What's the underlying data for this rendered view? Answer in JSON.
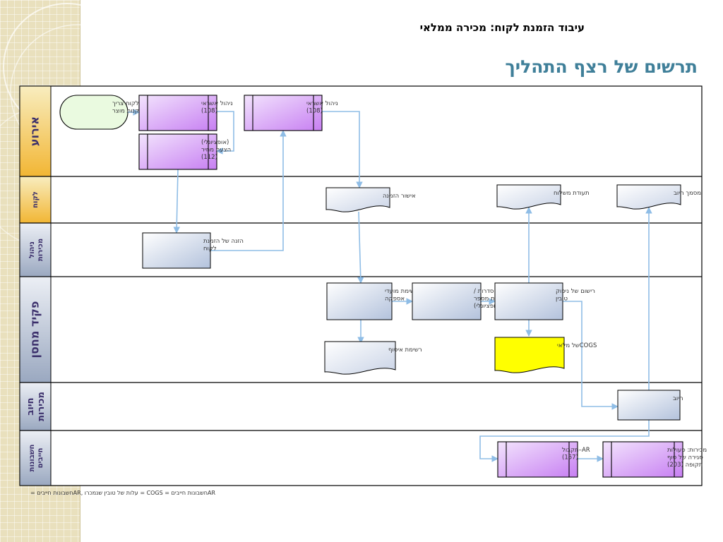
{
  "header": {
    "title": "עיבוד הזמנת לקוח: מכירה ממלאי",
    "subtitle": "תרשים של רצף התהליך"
  },
  "lanes": [
    {
      "id": "event",
      "label": "אירוע"
    },
    {
      "id": "customer",
      "label": "לקוח"
    },
    {
      "id": "sales_mgmt",
      "label": "ניהול מכירות"
    },
    {
      "id": "warehouse",
      "label": "פקיד מחסן"
    },
    {
      "id": "sales_billing",
      "label": "חיוב מכירות"
    },
    {
      "id": "ar",
      "label": "חשבונות חייבים"
    }
  ],
  "nodes": [
    {
      "id": "start",
      "kind": "terminal",
      "lines": [
        "הלקוח צריך",
        "לקנות מוצר"
      ]
    },
    {
      "id": "credit1",
      "kind": "predefined",
      "lines": [
        "ניהול אשראי",
        "(108)"
      ]
    },
    {
      "id": "price",
      "kind": "predefined",
      "lines": [
        "(אופציונלי)",
        "הצעת מחיר",
        "(112)"
      ]
    },
    {
      "id": "credit2",
      "kind": "predefined",
      "lines": [
        "ניהול אשראי",
        "(108)"
      ]
    },
    {
      "id": "order_confirm",
      "kind": "document",
      "lines": [
        "אישור הזמנה"
      ]
    },
    {
      "id": "delivery_note",
      "kind": "document",
      "lines": [
        "תעודת משלוח"
      ]
    },
    {
      "id": "invoice",
      "kind": "document",
      "lines": [
        "מסמך חיוב"
      ]
    },
    {
      "id": "order_entry",
      "kind": "process",
      "lines": [
        "הזנה של הזמנת",
        "לקוח"
      ]
    },
    {
      "id": "delivery_list",
      "kind": "process",
      "lines": [
        "רשימת מועדי",
        "אספקה"
      ]
    },
    {
      "id": "batch_check",
      "kind": "process",
      "lines": [
        "בדיקת סדרות /",
        "הקצאת מספר",
        "סידורי (אופציונלי)"
      ]
    },
    {
      "id": "goods_issue",
      "kind": "process",
      "lines": [
        "רישום של ניפוק",
        "טובין"
      ]
    },
    {
      "id": "picking_list",
      "kind": "document",
      "lines": [
        "רשימת איסוף"
      ]
    },
    {
      "id": "cogs",
      "kind": "document",
      "lines": [
        "COGSשל מלאי"
      ]
    },
    {
      "id": "billing",
      "kind": "process",
      "lines": [
        "חיוב"
      ]
    },
    {
      "id": "ar_receipt",
      "kind": "predefined",
      "lines": [
        "AR–תקבול",
        "(157)"
      ]
    },
    {
      "id": "period_close",
      "kind": "predefined",
      "lines": [
        "מכירות: פעולות",
        "סגירה של סוף",
        "תקופה (203)"
      ]
    }
  ],
  "footnote": "ARחשבונות חייבים = COGS = עלות של טובין שנמכרו ,ARחשבונות חייבים =",
  "colors": {
    "lane_label_gradient_top": "#f7e9b3",
    "lane_label_gradient_bottom": "#f2b634",
    "lane_label_gray_top": "#e6e9f2",
    "lane_label_gray_bottom": "#97a6bf",
    "predefined_fill": "#d59cf5",
    "process_fill": "#c5d0e5",
    "cogs_fill": "#ffff00",
    "terminal_fill": "#eafae0",
    "arrow": "#8fbde6",
    "title": "#3f7f99"
  }
}
